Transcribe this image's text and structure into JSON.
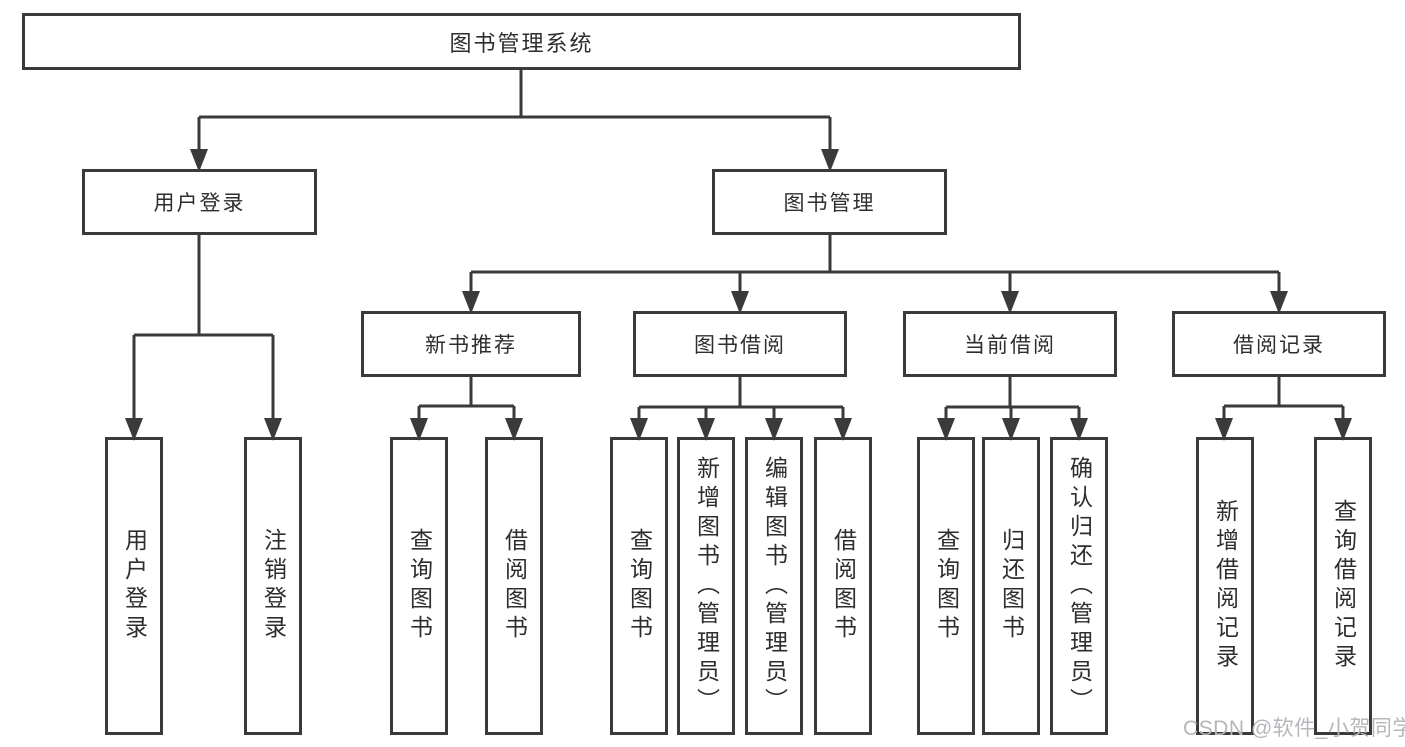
{
  "diagram": {
    "root": {
      "label": "图书管理系统"
    },
    "level2": [
      {
        "label": "用户登录"
      },
      {
        "label": "图书管理"
      }
    ],
    "level3": [
      {
        "label": "新书推荐",
        "parent": "图书管理"
      },
      {
        "label": "图书借阅",
        "parent": "图书管理"
      },
      {
        "label": "当前借阅",
        "parent": "图书管理"
      },
      {
        "label": "借阅记录",
        "parent": "图书管理"
      }
    ],
    "leaves": [
      {
        "label": "用户登录",
        "parent": "用户登录"
      },
      {
        "label": "注销登录",
        "parent": "用户登录"
      },
      {
        "label": "查询图书",
        "parent": "新书推荐"
      },
      {
        "label": "借阅图书",
        "parent": "新书推荐"
      },
      {
        "label": "查询图书",
        "parent": "图书借阅"
      },
      {
        "label": "新增图书（管理员）",
        "parent": "图书借阅"
      },
      {
        "label": "编辑图书（管理员）",
        "parent": "图书借阅"
      },
      {
        "label": "借阅图书",
        "parent": "图书借阅"
      },
      {
        "label": "查询图书",
        "parent": "当前借阅"
      },
      {
        "label": "归还图书",
        "parent": "当前借阅"
      },
      {
        "label": "确认归还（管理员）",
        "parent": "当前借阅"
      },
      {
        "label": "新增借阅记录",
        "parent": "借阅记录"
      },
      {
        "label": "查询借阅记录",
        "parent": "借阅记录"
      }
    ],
    "watermark": "CSDN @软件_小贺同学",
    "colors": {
      "line": "#3a3a3a",
      "box_border": "#3a3a3a",
      "text": "#2e2e2e",
      "watermark": "#b3b7bb",
      "background": "#ffffff"
    }
  }
}
